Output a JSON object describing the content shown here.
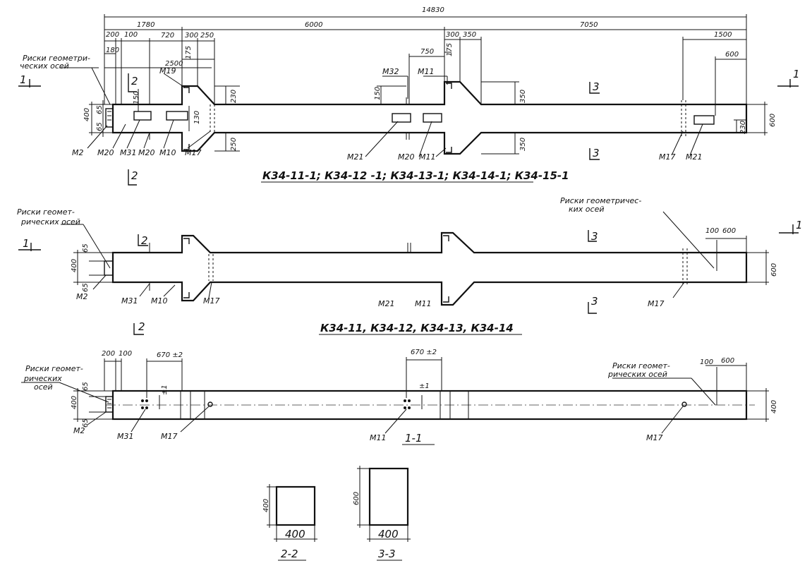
{
  "beam1": {
    "title": "К34-11-1; К34-12 -1; К34-13-1; К34-14-1; К34-15-1",
    "axis_note_1": "Риски геометри-",
    "axis_note_2": "ческих осей",
    "dims": {
      "total": "14830",
      "seg_left": "1780",
      "seg_mid": "6000",
      "seg_right": "7050",
      "d200": "200",
      "d100": "100",
      "d180": "180",
      "d720": "720",
      "d300a": "300",
      "d250": "250",
      "d2500": "2500",
      "d175a": "175",
      "d750": "750",
      "d175b": "175",
      "d300b": "300",
      "d350": "350",
      "d1500": "1500",
      "d600": "600",
      "h400": "400",
      "h65a": "65",
      "h65b": "65",
      "h150a": "150",
      "h130": "130",
      "h230a": "230",
      "h250": "250",
      "h150b": "150",
      "h350a": "350",
      "h350b": "350",
      "h230b": "230",
      "h600": "600"
    },
    "marks": {
      "m19": "М19",
      "m32": "М32",
      "m11top": "М11",
      "m2": "М2",
      "m20a": "М20",
      "m31": "М31",
      "m20b": "М20",
      "m10": "М10",
      "m17": "М17",
      "m21a": "М21",
      "m20c": "М20",
      "m11bot": "М11",
      "m17r": "М17",
      "m21b": "М21"
    },
    "sections": {
      "s1l": "1",
      "s1r": "1",
      "s2t": "2",
      "s2b": "2",
      "s3t": "3",
      "s3b": "3"
    }
  },
  "beam2": {
    "title": "К34-11, К34-12, К34-13, К34-14",
    "axis_note_l1": "Риски геомет-",
    "axis_note_l2": "рических осей",
    "axis_note_r1": "Риски геометричес-",
    "axis_note_r2": "ких осей",
    "dims": {
      "d100": "100",
      "d600": "600",
      "h65a": "65",
      "h400": "400",
      "h65b": "65",
      "h600": "600"
    },
    "marks": {
      "m2": "М2",
      "m31": "М31",
      "m10": "М10",
      "m17": "М17",
      "m21": "М21",
      "m11": "М11",
      "m17r": "М17"
    },
    "sections": {
      "s1l": "1",
      "s1r": "1",
      "s2t": "2",
      "s2b": "2",
      "s3t": "3",
      "s3b": "3"
    }
  },
  "beam3": {
    "title": "1-1",
    "axis_note_l1": "Риски геомет-",
    "axis_note_l2": "рических",
    "axis_note_l3": "осей",
    "axis_note_r1": "Риски геомет-",
    "axis_note_r2": "рических осей",
    "dims": {
      "d200": "200",
      "d100": "100",
      "d670a": "670 ±2",
      "d670b": "670 ±2",
      "d100r": "100",
      "d600r": "600",
      "h65a": "65",
      "h400": "400",
      "h65b": "65",
      "h400r": "400",
      "pm1a": "±1",
      "pm1b": "±1"
    },
    "marks": {
      "m2": "М2",
      "m31": "М31",
      "m17": "М17",
      "m11": "М11",
      "m17r": "М17"
    }
  },
  "section22": {
    "label": "2-2",
    "width": "400",
    "height": "400"
  },
  "section33": {
    "label": "3-3",
    "width": "400",
    "height": "600"
  }
}
